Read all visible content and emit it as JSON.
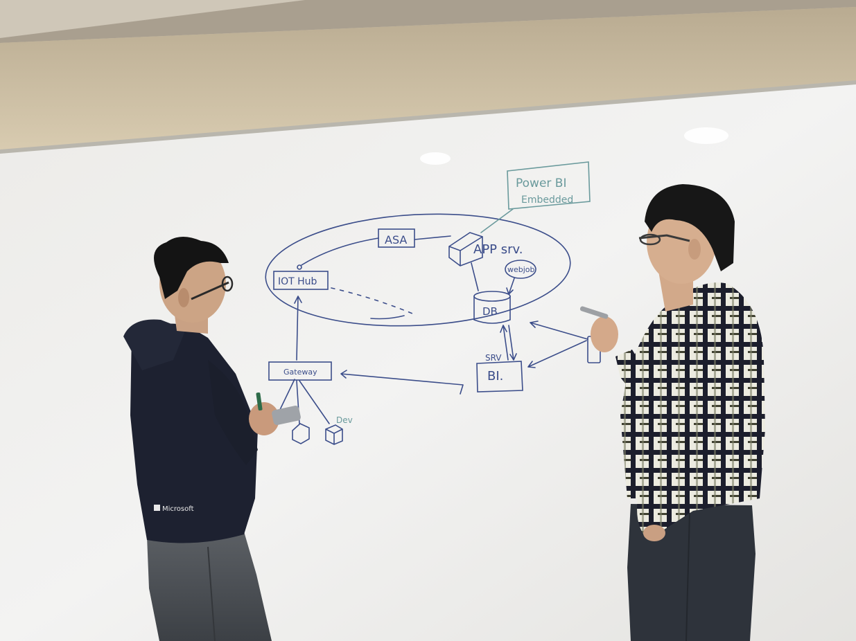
{
  "whiteboard": {
    "labels": {
      "power_bi_line1": "Power BI",
      "power_bi_line2": "Embedded",
      "asa": "ASA",
      "app_srv": "APP srv.",
      "webjob": "webjob",
      "iot_hub": "IOT Hub",
      "db": "DB",
      "srv": "SRV",
      "bi": "BI.",
      "gateway": "Gateway",
      "dev": "Dev"
    },
    "ink_colors": {
      "marker_blue": "#3b4d8a",
      "marker_green": "#6a9a9c"
    }
  },
  "people": {
    "left": {
      "hoodie_logo": "Microsoft"
    }
  }
}
